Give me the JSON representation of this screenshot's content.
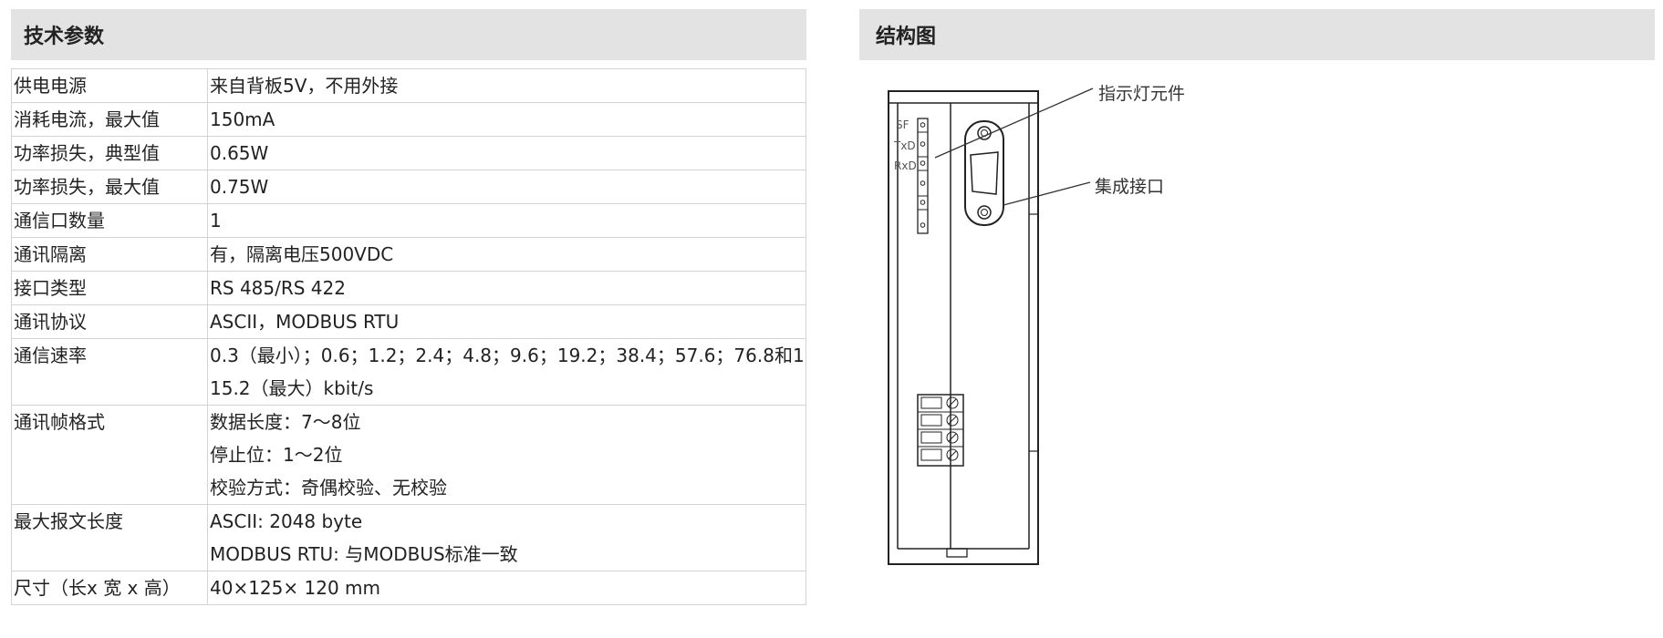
{
  "left_panel": {
    "title": "技术参数"
  },
  "right_panel": {
    "title": "结构图"
  },
  "specs": [
    {
      "label": "供电电源",
      "values": [
        "来自背板5V，不用外接"
      ]
    },
    {
      "label": "消耗电流，最大值",
      "values": [
        "150mA"
      ]
    },
    {
      "label": "功率损失，典型值",
      "values": [
        "0.65W"
      ]
    },
    {
      "label": "功率损失，最大值",
      "values": [
        "0.75W"
      ]
    },
    {
      "label": "通信口数量",
      "values": [
        "1"
      ]
    },
    {
      "label": "通讯隔离",
      "values": [
        "有，隔离电压500VDC"
      ]
    },
    {
      "label": "接口类型",
      "values": [
        "RS 485/RS 422"
      ]
    },
    {
      "label": "通讯协议",
      "values": [
        "ASCII，MODBUS RTU"
      ]
    },
    {
      "label": "通信速率",
      "values": [
        "0.3（最小）；0.6；1.2；2.4；4.8；9.6；19.2；38.4；57.6；76.8和1",
        "15.2（最大）kbit/s"
      ]
    },
    {
      "label": "通讯帧格式",
      "values": [
        "数据长度：7～8位",
        "停止位：1～2位",
        "校验方式：奇偶校验、无校验"
      ]
    },
    {
      "label": "最大报文长度",
      "values": [
        "ASCII: 2048 byte",
        "MODBUS RTU: 与MODBUS标准一致"
      ]
    },
    {
      "label": "尺寸（长x 宽 x 高）",
      "values": [
        "40×125× 120 mm"
      ]
    }
  ],
  "diagram": {
    "callouts": {
      "indicator": "指示灯元件",
      "interface": "集成接口"
    },
    "led_labels": [
      "SF",
      "TxD",
      "RxD"
    ]
  }
}
